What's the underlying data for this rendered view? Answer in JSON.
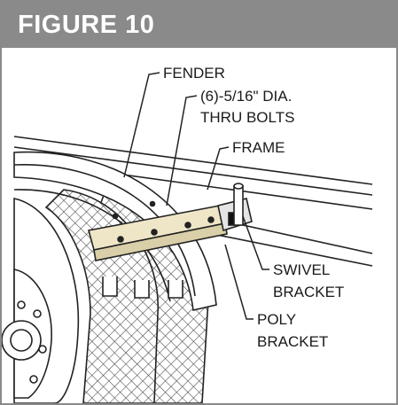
{
  "figure": {
    "title": "FIGURE 10",
    "header_color": "#8a8a8a",
    "title_color": "#ffffff"
  },
  "callouts": {
    "fender": "FENDER",
    "bolts_line1": "(6)-5/16\" DIA.",
    "bolts_line2": "THRU BOLTS",
    "frame": "FRAME",
    "swivel_line1": "SWIVEL",
    "swivel_line2": "BRACKET",
    "poly_line1": "POLY",
    "poly_line2": "BRACKET"
  }
}
